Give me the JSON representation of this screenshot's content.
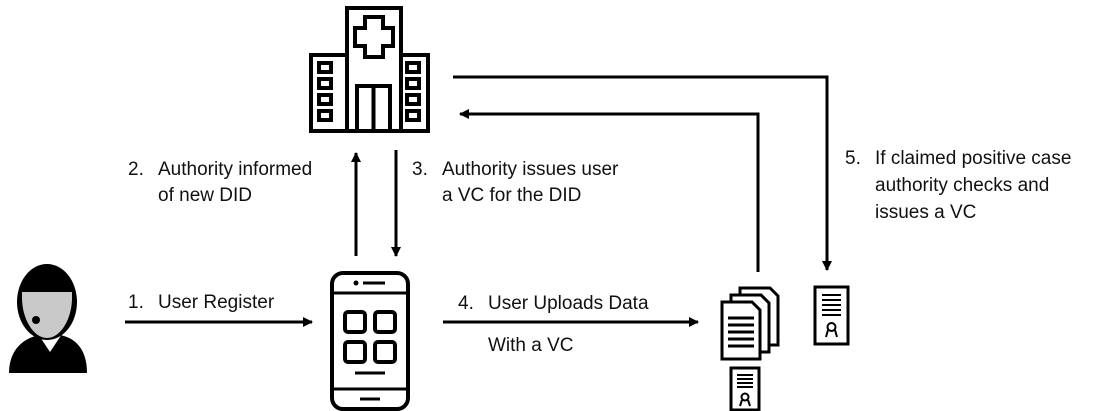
{
  "steps": {
    "s1": {
      "num": "1.",
      "line1": "User Register"
    },
    "s2": {
      "num": "2.",
      "line1": "Authority informed",
      "line2": "of new DID"
    },
    "s3": {
      "num": "3.",
      "line1": "Authority issues user",
      "line2": "a VC for the DID"
    },
    "s4": {
      "num": "4.",
      "line1": "User Uploads Data",
      "line2": "With a VC"
    },
    "s5": {
      "num": "5.",
      "line1": "If claimed positive case",
      "line2": "authority checks and",
      "line3": "issues a VC"
    }
  },
  "icons": {
    "user": "user-avatar-icon",
    "hospital": "hospital-icon",
    "phone": "smartphone-app-icon",
    "documents": "document-stack-icon",
    "certificate": "certificate-icon"
  },
  "colors": {
    "ink": "#000000",
    "skin": "#c9c9c9"
  }
}
